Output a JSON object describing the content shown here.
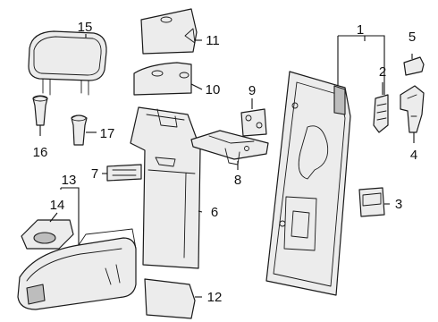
{
  "callouts": {
    "c1": "1",
    "c2": "2",
    "c3": "3",
    "c4": "4",
    "c5": "5",
    "c6": "6",
    "c7": "7",
    "c8": "8",
    "c9": "9",
    "c10": "10",
    "c11": "11",
    "c12": "12",
    "c13": "13",
    "c14": "14",
    "c15": "15",
    "c16": "16",
    "c17": "17"
  },
  "colors": {
    "line": "#1a1a1a",
    "fill": "#ececec",
    "shade": "#bdbdbd"
  }
}
